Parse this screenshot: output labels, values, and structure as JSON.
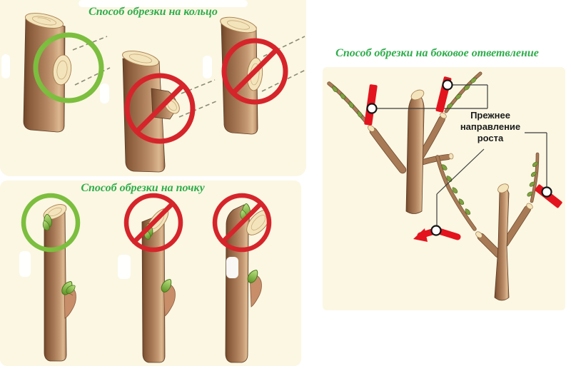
{
  "panels": {
    "ring_method": {
      "title": "Способ обрезки на кольцо",
      "items": [
        {
          "name": "flush-cut-on-ring",
          "verdict": "correct"
        },
        {
          "name": "protruding-stub-left",
          "verdict": "wrong"
        },
        {
          "name": "cut-too-flush",
          "verdict": "wrong"
        }
      ]
    },
    "bud_method": {
      "title": "Способ обрезки на почку",
      "items": [
        {
          "name": "slanted-cut-just-above-bud",
          "verdict": "correct"
        },
        {
          "name": "stub-too-long-above-bud",
          "verdict": "wrong"
        },
        {
          "name": "cut-sloped-toward-bud",
          "verdict": "wrong"
        }
      ]
    },
    "side_branch_method": {
      "title": "Способ обрезки на боковое ответвление",
      "growth_label": [
        "Прежнее",
        "направление",
        "роста"
      ]
    }
  },
  "colors": {
    "page_background": "#ffffff",
    "panel_background": "#FBF7E3",
    "title_green": "#2EAD4B",
    "correct_ring_green": "#7CBE3E",
    "wrong_ring_red": "#D6242B",
    "cut_mark_red": "#E3141E",
    "trunk_dark": "#6E4528",
    "trunk_mid": "#A87A56",
    "trunk_highlight": "#DCB890",
    "cut_face_cream": "#F3E4BC",
    "bud_green": "#8FC74A",
    "label_text": "#1b1b1b"
  }
}
